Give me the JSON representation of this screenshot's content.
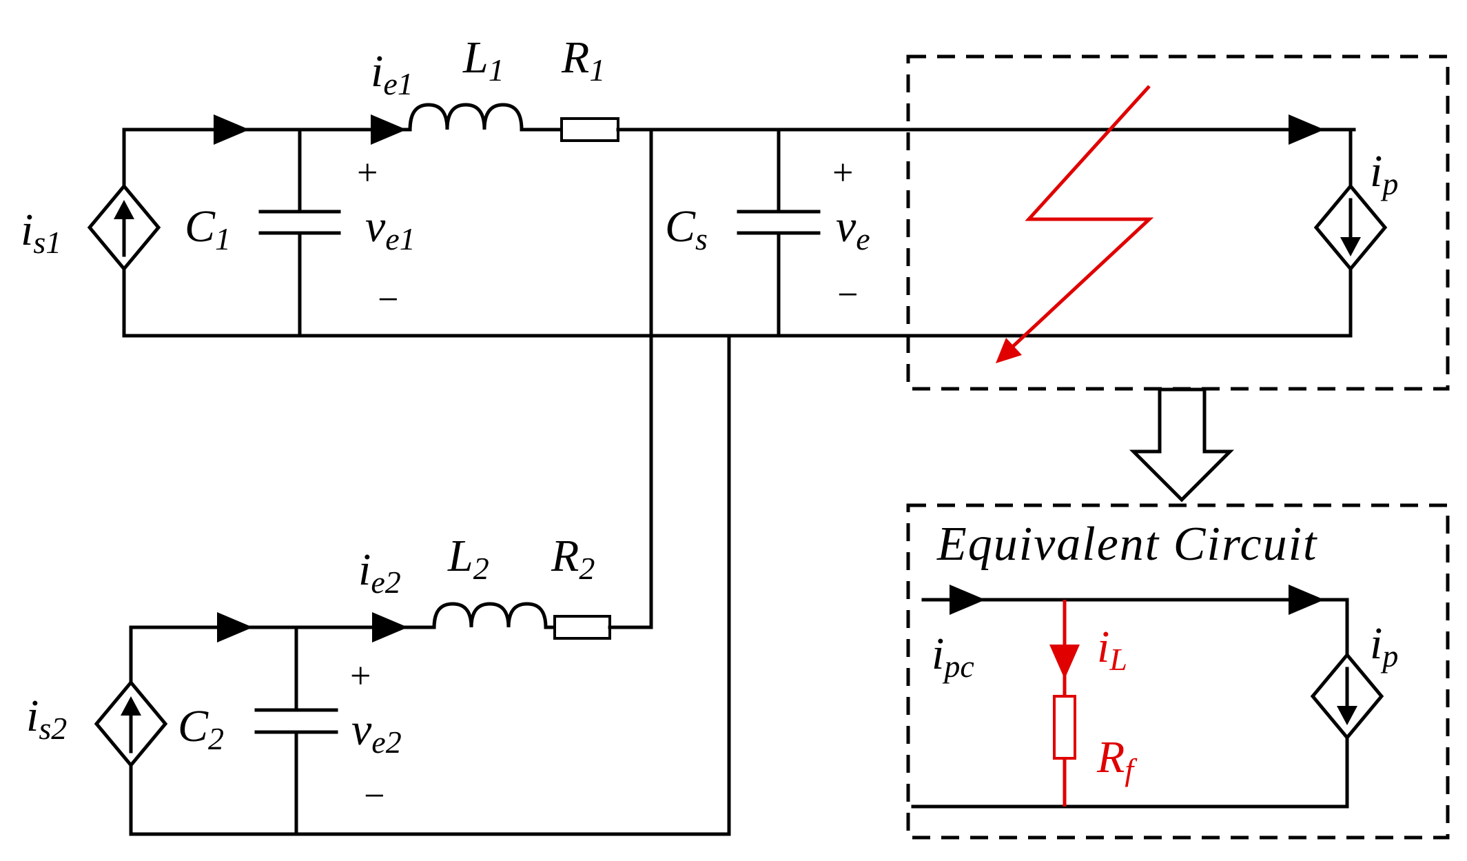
{
  "labels": {
    "is1": {
      "main": "i",
      "sub": "s1"
    },
    "is2": {
      "main": "i",
      "sub": "s2"
    },
    "C1": {
      "main": "C",
      "sub": "1"
    },
    "C2": {
      "main": "C",
      "sub": "2"
    },
    "Cs": {
      "main": "C",
      "sub": "s"
    },
    "ie1": {
      "main": "i",
      "sub": "e1"
    },
    "ie2": {
      "main": "i",
      "sub": "e2"
    },
    "L1": {
      "main": "L",
      "sub": "1"
    },
    "L2": {
      "main": "L",
      "sub": "2"
    },
    "R1": {
      "main": "R",
      "sub": "1"
    },
    "R2": {
      "main": "R",
      "sub": "2"
    },
    "ve1": {
      "main": "v",
      "sub": "e1"
    },
    "ve2": {
      "main": "v",
      "sub": "e2"
    },
    "ve": {
      "main": "v",
      "sub": "e"
    },
    "ip_top": {
      "main": "i",
      "sub": "p"
    },
    "ip_eq": {
      "main": "i",
      "sub": "p"
    },
    "ipc": {
      "main": "i",
      "sub": "pc"
    },
    "iL": {
      "main": "i",
      "sub": "L"
    },
    "Rf": {
      "main": "R",
      "sub": "f"
    }
  },
  "signs": {
    "plus": "+",
    "minus": "−"
  },
  "equivalent_title": "Equivalent Circuit",
  "colors": {
    "wire": "#000000",
    "fault": "#e00000"
  }
}
